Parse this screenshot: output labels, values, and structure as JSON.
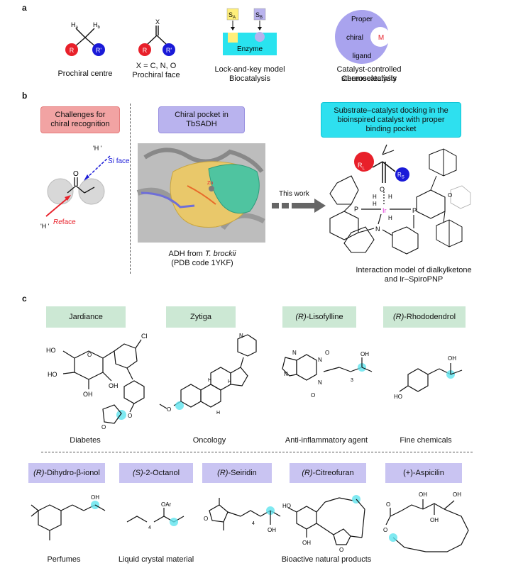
{
  "panel_a": {
    "letter": "a",
    "captions": [
      "Prochiral centre",
      "X = C, N, O",
      "Prochiral face",
      "Lock-and-key model",
      "Biocatalysis",
      "Catalyst-controlled stereoselectivity",
      "Chemocatalysis"
    ],
    "enzyme_label": "Enzyme",
    "sa": "S",
    "sa_sub": "A",
    "sb": "S",
    "sb_sub": "B",
    "ligand_words": [
      "Proper",
      "chiral",
      "ligand"
    ],
    "metal": "M",
    "atoms": {
      "ha": "H",
      "ha_sub": "a",
      "hb": "H",
      "hb_sub": "b",
      "x": "X",
      "r": "R",
      "rp": "R'"
    }
  },
  "panel_b": {
    "letter": "b",
    "box1": [
      "Challenges for",
      "chiral recognition"
    ],
    "box2": [
      "Chiral pocket in",
      "TbSADH"
    ],
    "box3": [
      "Substrate–catalyst docking in the",
      "bioinspired catalyst with proper",
      "binding pocket"
    ],
    "si_face": "Si",
    "face_word": "face",
    "re_face": "Re",
    "h_top": "'H '",
    "h_bottom": "'H '",
    "o_label": "O",
    "this_work": "This work",
    "adh_caption_pre": "ADH from ",
    "adh_species": "T. brockii",
    "pdb_caption": "(PDB code 1YKF)",
    "model_caption": [
      "Interaction model of dialkylketone",
      "and Ir–SpiroPNP"
    ],
    "rl": "R",
    "rl_sub": "L",
    "rs": "R",
    "rs_sub": "S",
    "struct_labels": {
      "p": "P",
      "ir": "Ir",
      "n": "N",
      "h": "H",
      "o": "O",
      "zn": "Zn"
    }
  },
  "panel_c": {
    "letter": "c",
    "drugs": [
      {
        "name": "Jardiance",
        "use": "Diabetes"
      },
      {
        "name": "Zytiga",
        "use": "Oncology"
      },
      {
        "prefix": "(R)",
        "name": "-Lisofylline",
        "use": "Anti-inflammatory agent"
      },
      {
        "prefix": "(R)",
        "name": "-Rhododendrol",
        "use": "Fine chemicals"
      }
    ],
    "naturals": [
      {
        "prefix": "(R)",
        "name": "-Dihydro-β-ionol",
        "use": "Perfumes"
      },
      {
        "prefix": "(S)",
        "name": "-2-Octanol",
        "use": "Liquid crystal material"
      },
      {
        "prefix": "(R)",
        "name": "-Seiridin",
        "use": ""
      },
      {
        "prefix": "(R)",
        "name": "-Citreofuran",
        "use": "Bioactive natural products"
      },
      {
        "prefix": "",
        "name": "(+)-Aspicilin",
        "use": ""
      }
    ],
    "atom_labels": {
      "cl": "Cl",
      "ho": "HO",
      "oh": "OH",
      "o": "O",
      "n": "N",
      "h": "H",
      "oar": "OAr",
      "sub3": "3",
      "sub4": "4"
    }
  },
  "colors": {
    "red": "#e8202a",
    "blue": "#1a1ad8",
    "cyan": "#29e3ef",
    "lavender": "#a9a3ee",
    "green_tag": "#cce8d4",
    "magenta": "#e22bd7",
    "highlight": "#5fe3ee"
  }
}
